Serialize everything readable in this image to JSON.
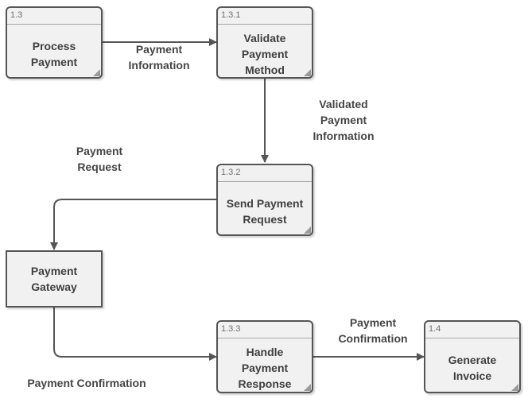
{
  "processes": [
    {
      "id": "1.3",
      "label": "Process\nPayment"
    },
    {
      "id": "1.3.1",
      "label": "Validate\nPayment\nMethod"
    },
    {
      "id": "1.3.2",
      "label": "Send Payment\nRequest"
    },
    {
      "id": "1.3.3",
      "label": "Handle\nPayment\nResponse"
    },
    {
      "id": "1.4",
      "label": "Generate\nInvoice"
    }
  ],
  "entities": [
    {
      "label": "Payment\nGateway"
    }
  ],
  "flows": [
    {
      "label": "Payment\nInformation"
    },
    {
      "label": "Validated\nPayment\nInformation"
    },
    {
      "label": "Payment\nRequest"
    },
    {
      "label": "Payment Confirmation"
    },
    {
      "label": "Payment\nConfirmation"
    }
  ],
  "colors": {
    "node_fill": "#f1f1f1",
    "node_border": "#555555",
    "arrow": "#555555",
    "text": "#404040"
  }
}
